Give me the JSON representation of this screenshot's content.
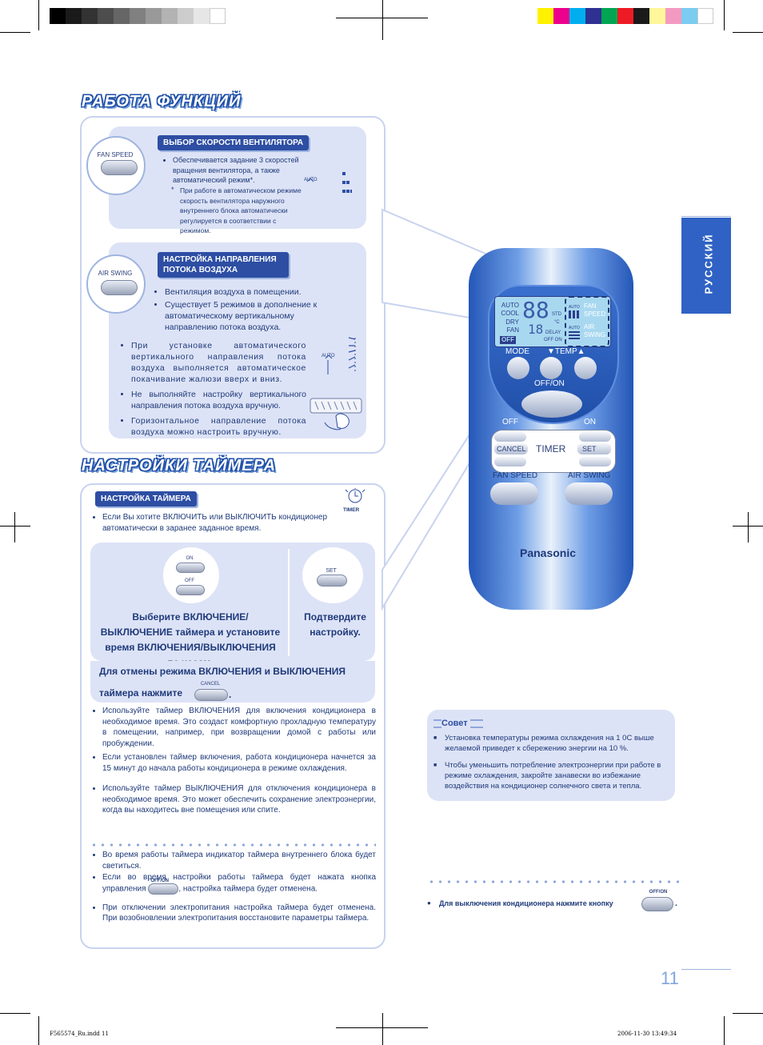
{
  "header": {
    "section1_title": "РАБОТА ФУНКЦИЙ",
    "section2_title": "НАСТРОЙКИ ТАЙМЕРА",
    "side_tab": "РУССКИЙ",
    "page_number": "11"
  },
  "fan_speed": {
    "button_label": "FAN SPEED",
    "tag": "ВЫБОР СКОРОСТИ ВЕНТИЛЯТОРА",
    "bullet": "Обеспечивается задание 3 скоростей вращения вентилятора, а также автоматический режим*.",
    "note_mark": "*",
    "note": "При работе в автоматическом режиме скорость вентилятора наружного внутреннего блока автоматически регулируется в соответствии с режимом.",
    "auto_label": "AUTO"
  },
  "air_swing": {
    "button_label": "AIR SWING",
    "tag": "НАСТРОЙКА НАПРАВЛЕНИЯ ПОТОКА ВОЗДУХА",
    "bullets": [
      "Вентиляция воздуха в помещении.",
      "Существует 5 режимов в дополнение к автоматическому вертикальному направлению потока воздуха."
    ],
    "bullets2": [
      "При установке автоматического вертикального направления потока воздуха выполняется автоматическое покачивание жалюзи вверх и вниз.",
      "Не выполняйте настройку вертикального направления потока воздуха вручную.",
      "Горизонтальное направление потока воздуха можно настроить вручную."
    ],
    "auto_label": "AUTO"
  },
  "timer": {
    "tag": "НАСТРОЙКА ТАЙМЕРА",
    "timer_icon_label": "TIMER",
    "intro": "Если Вы хотите ВКЛЮЧИТЬ или ВЫКЛЮЧИТЬ кондиционер автоматически в заранее заданное время.",
    "on_label": "ON",
    "off_label": "OFF",
    "set_label": "SET",
    "step1": "Выберите ВКЛЮЧЕНИЕ/ВЫКЛЮЧЕНИЕ таймера и установите время ВКЛЮЧЕНИЯ/ВЫКЛЮЧЕНИЯ по часам.",
    "step2": "Подтвердите настройку.",
    "cancel_line1": "Для отмены режима ВКЛЮЧЕНИЯ и ВЫКЛЮЧЕНИЯ",
    "cancel_line2": "таймера нажмите",
    "cancel_period": ".",
    "cancel_btn_label": "CANCEL",
    "bullets": [
      "Используйте таймер ВКЛЮЧЕНИЯ для включения кондиционера в необходимое время. Это создаст комфортную прохладную температуру в помещении, например, при возвращении домой с работы или пробуждении.",
      "Если установлен таймер включения, работа кондиционера начнется за 15 минут до начала работы кондиционера в режиме охлаждения.",
      "Используйте таймер ВЫКЛЮЧЕНИЯ для отключения кондиционера в необходимое время. Это может обеспечить сохранение электроэнергии, когда вы находитесь вне помещения или спите."
    ],
    "bullets2_a": "Во время работы таймера индикатор таймера внутреннего блока будет светиться.",
    "bullets2_b1": "Если во время настройки работы таймера будет нажата кнопка управления",
    "bullets2_b2": ", настройка таймера будет отменена.",
    "offon_label": "OFF/ON",
    "bullets2_c": "При отключении электропитания настройка таймера будет отменена. При возобновлении электропитания восстановите параметры таймера."
  },
  "tip": {
    "title": "Совет",
    "items": [
      "Установка температуры режима охлаждения на 1 0С выше желаемой приведет к сбережению энергии на 10 %.",
      "Чтобы уменьшить потребление электроэнергии при работе в режиме охлаждения, закройте занавески во избежание воздействия на кондиционер солнечного света и тепла."
    ],
    "bullet_mark": "■"
  },
  "off_note": {
    "text": "Для выключения кондиционера нажмите кнопку",
    "period": ".",
    "btn_label": "OFF/ON"
  },
  "remote": {
    "lcd_modes": [
      "AUTO",
      "COOL",
      "DRY",
      "FAN"
    ],
    "lcd_off": "OFF",
    "lcd_right": [
      "FAN",
      "SPEED",
      "AIR",
      "SWING"
    ],
    "lcd_auto": "AUTO",
    "lcd_std": "STD",
    "lcd_c": "°C",
    "lcd_delay": "DELAY",
    "lcd_offon": "OFF ON",
    "mode": "MODE",
    "temp": "▼TEMP▲",
    "offon": "OFF/ON",
    "timer_off": "OFF",
    "timer_on": "ON",
    "cancel": "CANCEL",
    "timer": "TIMER",
    "set": "SET",
    "fan_speed": "FAN SPEED",
    "air_swing": "AIR SWING",
    "brand": "Panasonic"
  },
  "footer": {
    "file": "F565574_Ru.indd   11",
    "date": "2006-11-30   13:49:34"
  },
  "colors": {
    "accent": "#2d4ea3",
    "panel": "#dde3f6",
    "remote": "#2f62c4",
    "lcd": "#a8d8f0"
  }
}
